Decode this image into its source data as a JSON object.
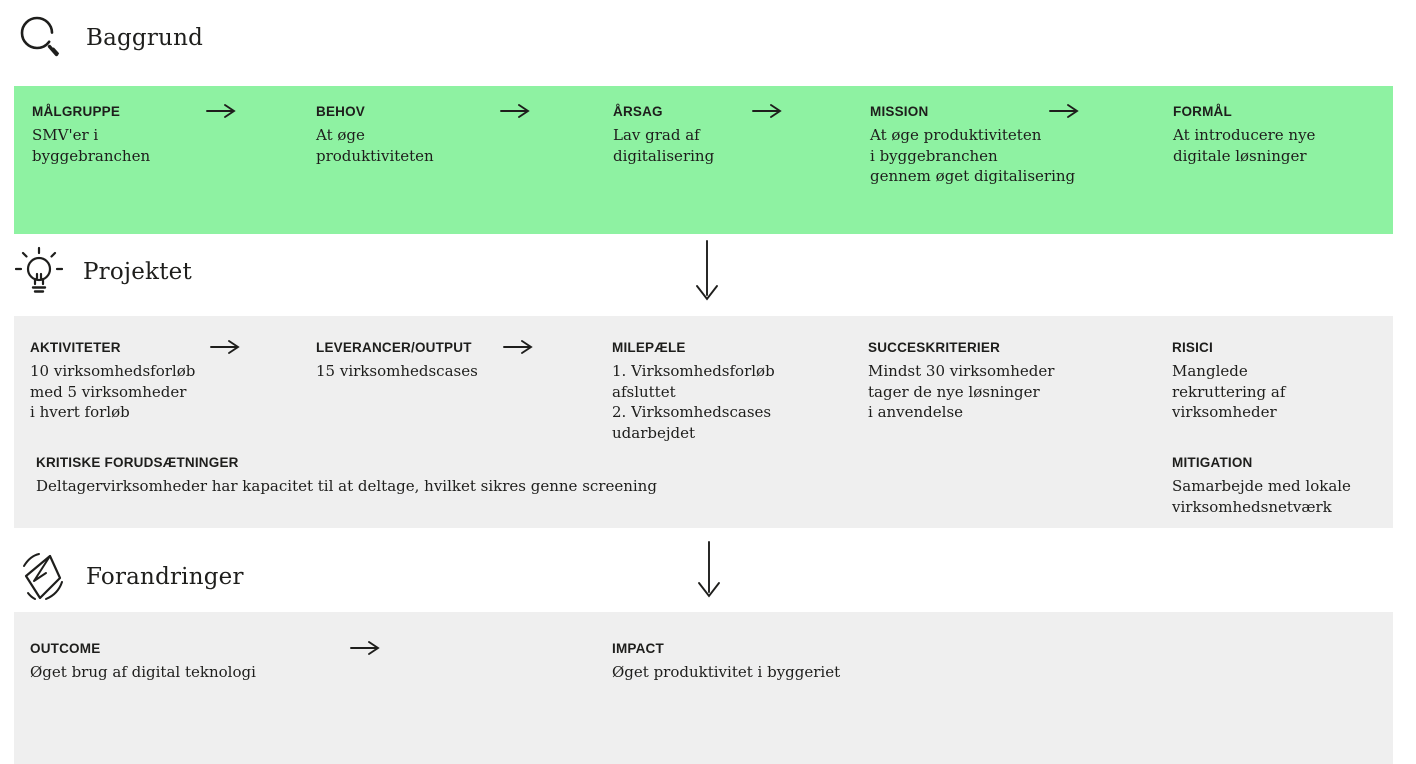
{
  "colors": {
    "band_green": "#8ef2a2",
    "band_gray": "#efefef",
    "ink": "#1e1e1c"
  },
  "sections": {
    "baggrund": {
      "title": "Baggrund",
      "icon": "magnifier-icon",
      "columns": [
        {
          "label": "MÅLGRUPPE",
          "body": "SMV'er i\nbyggebranchen"
        },
        {
          "label": "BEHOV",
          "body": "At øge\nproduktiviteten"
        },
        {
          "label": "ÅRSAG",
          "body": "Lav grad af\ndigitalisering"
        },
        {
          "label": "MISSION",
          "body": "At øge produktiviteten\ni byggebranchen\ngennem øget digitalisering"
        },
        {
          "label": "FORMÅL",
          "body": "At introducere nye\ndigitale løsninger"
        }
      ]
    },
    "projektet": {
      "title": "Projektet",
      "icon": "lightbulb-icon",
      "row1": [
        {
          "label": "AKTIVITETER",
          "body": "10 virksomhedsforløb\nmed 5 virksomheder\ni hvert forløb"
        },
        {
          "label": "LEVERANCER/OUTPUT",
          "body": "15 virksomhedscases"
        },
        {
          "label": "MILEPÆLE",
          "body": "1. Virksomhedsforløb\nafsluttet\n2. Virksomhedscases\nudarbejdet"
        },
        {
          "label": "SUCCESKRITERIER",
          "body": "Mindst 30 virksomheder\ntager de nye løsninger\ni anvendelse"
        },
        {
          "label": "RISICI",
          "body": "Manglede\nrekruttering af\nvirksomheder"
        }
      ],
      "row2": [
        {
          "label": "KRITISKE FORUDSÆTNINGER",
          "body": "Deltagervirksomheder har kapacitet til at deltage, hvilket sikres genne screening"
        },
        {
          "label": "MITIGATION",
          "body": "Samarbejde med lokale\nvirksomhedsnetværk"
        }
      ]
    },
    "forandringer": {
      "title": "Forandringer",
      "icon": "compass-icon",
      "columns": [
        {
          "label": "OUTCOME",
          "body": "Øget brug af digital teknologi"
        },
        {
          "label": "IMPACT",
          "body": "Øget produktivitet i byggeriet"
        }
      ]
    }
  }
}
